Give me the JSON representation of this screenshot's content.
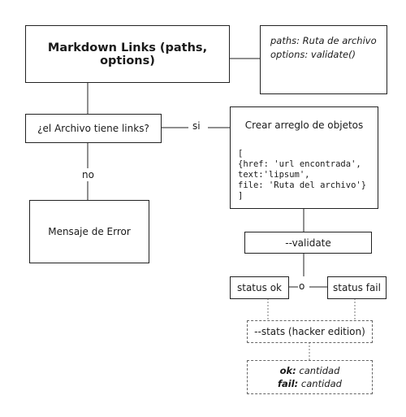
{
  "diagram": {
    "main_box": "Markdown Links (paths, options)",
    "note": {
      "line1_key": "paths:",
      "line1_value": " Ruta de archivo",
      "line2_key": "options:",
      "line2_value": " validate()"
    },
    "question": "¿el Archivo tiene links?",
    "yes_label": "si",
    "no_label": "no",
    "error_box": "Mensaje de Error",
    "objects_box": {
      "title": "Crear arreglo de objetos",
      "code": "[\n{href: 'url encontrada',\ntext:'lipsum',\nfile: 'Ruta del archivo'}\n]"
    },
    "validate": "--validate",
    "status_ok": "status ok",
    "or_label": "o",
    "status_fail": "status fail",
    "stats": "--stats (hacker edition)",
    "result": {
      "ok_key": "ok:",
      "ok_value": " cantidad",
      "fail_key": "fail:",
      "fail_value": " cantidad"
    }
  }
}
